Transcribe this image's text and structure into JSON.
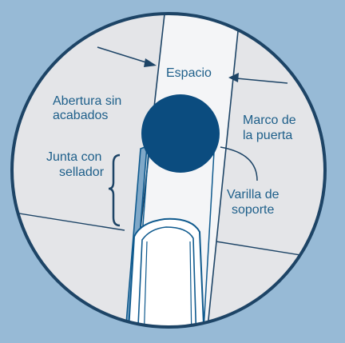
{
  "diagram": {
    "labels": {
      "espacio": "Espacio",
      "abertura_line1": "Abertura sin",
      "abertura_line2": "acabados",
      "marco_line1": "Marco de",
      "marco_line2": "la puerta",
      "junta_line1": "Junta con",
      "junta_line2": "sellador",
      "varilla_line1": "Varilla de",
      "varilla_line2": "soporte"
    },
    "colors": {
      "background": "#97bad6",
      "wall": "#e4e5e8",
      "frame_face": "#f4f5f7",
      "outline": "#1d4466",
      "accent_blue": "#0f5a8e",
      "rod": "#0b4c7f",
      "label_text": "#1e5f8a"
    }
  }
}
